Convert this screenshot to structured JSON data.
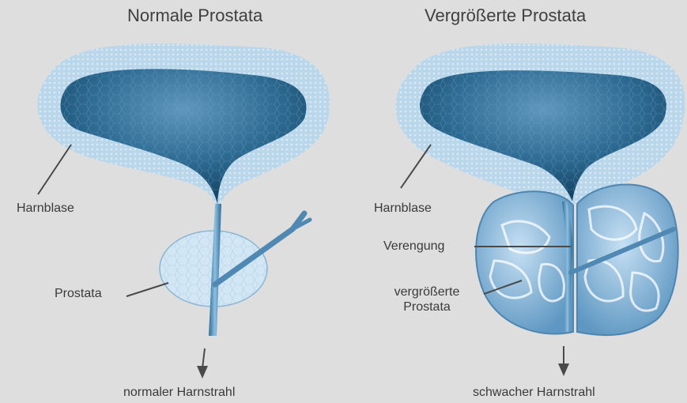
{
  "titles": {
    "normal": "Normale Prostata",
    "enlarged": "Vergrößerte Prostata"
  },
  "labels": {
    "normal_bladder": "Harnblase",
    "normal_prostate": "Prostata",
    "normal_stream": "normaler Harnstrahl",
    "enlarged_bladder": "Harnblase",
    "narrowing": "Verengung",
    "enlarged_prostate_line1": "vergrößerte",
    "enlarged_prostate_line2": "Prostata",
    "weak_stream": "schwacher Harnstrahl"
  },
  "colors": {
    "background": "#dedede",
    "bladder_wall": "#b9d6ea",
    "bladder_inner_dark": "#174a6b",
    "bladder_inner_light": "#4f8ab0",
    "prostate_normal": "#d2e6f4",
    "prostate_enlarged": "#7fb2d8",
    "leader_line": "#4a4a4a"
  }
}
